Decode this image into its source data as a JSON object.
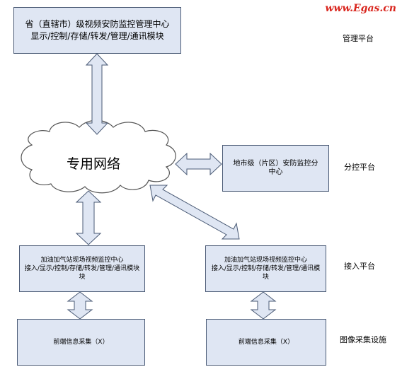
{
  "watermark": "www.Egas.cn",
  "boxes": {
    "top": {
      "line1": "省（直辖市）级视频安防监控管理中心",
      "line2": "显示/控制/存储/转发/管理/通讯模块"
    },
    "district": {
      "line1": "地市级（片区）安防监控分",
      "line2": "中心"
    },
    "station_left": {
      "line1": "加油加气站现场视频监控中心",
      "line2": "接入/显示/控制/存储/转发/管理/通讯模块",
      "line3": "块"
    },
    "station_right": {
      "line1": "加油加气站现场视频监控中心",
      "line2": "接入/显示/控制/存储/转发/管理/通讯模",
      "line3": "块"
    },
    "front_left": {
      "label": "前端信息采集（X）"
    },
    "front_right": {
      "label": "前端信息采集（X）"
    }
  },
  "cloud": {
    "label": "专用网络"
  },
  "levels": {
    "management": "管理平台",
    "sub_control": "分控平台",
    "access": "接入平台",
    "acquisition": "图像采集设施"
  }
}
